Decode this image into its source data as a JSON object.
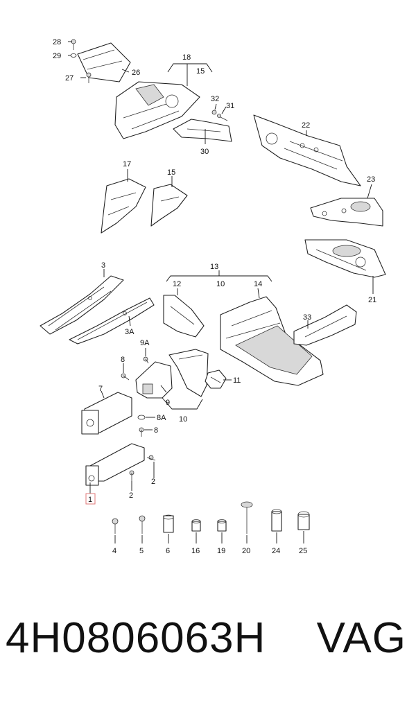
{
  "callouts": {
    "c28": "28",
    "c29": "29",
    "c27": "27",
    "c26": "26",
    "c18": "18",
    "c15a": "15",
    "c32": "32",
    "c31": "31",
    "c30": "30",
    "c22": "22",
    "c17": "17",
    "c15b": "15",
    "c23": "23",
    "c21": "21",
    "c3": "3",
    "c3a": "3A",
    "c13": "13",
    "c12": "12",
    "c10a": "10",
    "c14": "14",
    "c33": "33",
    "c9a": "9A",
    "c8a": "8",
    "c11": "11",
    "c7": "7",
    "c9": "9",
    "c10b": "10",
    "c8a2": "8A",
    "c8b": "8",
    "c2a": "2",
    "c2b": "2",
    "c1": "1",
    "c4": "4",
    "c5": "5",
    "c6": "6",
    "c16": "16",
    "c19": "19",
    "c20": "20",
    "c24": "24",
    "c25": "25"
  },
  "caption": {
    "part_number": "4H0806063H",
    "brand": "VAG"
  },
  "colors": {
    "highlight": "#e07a7a",
    "line": "#222222"
  }
}
